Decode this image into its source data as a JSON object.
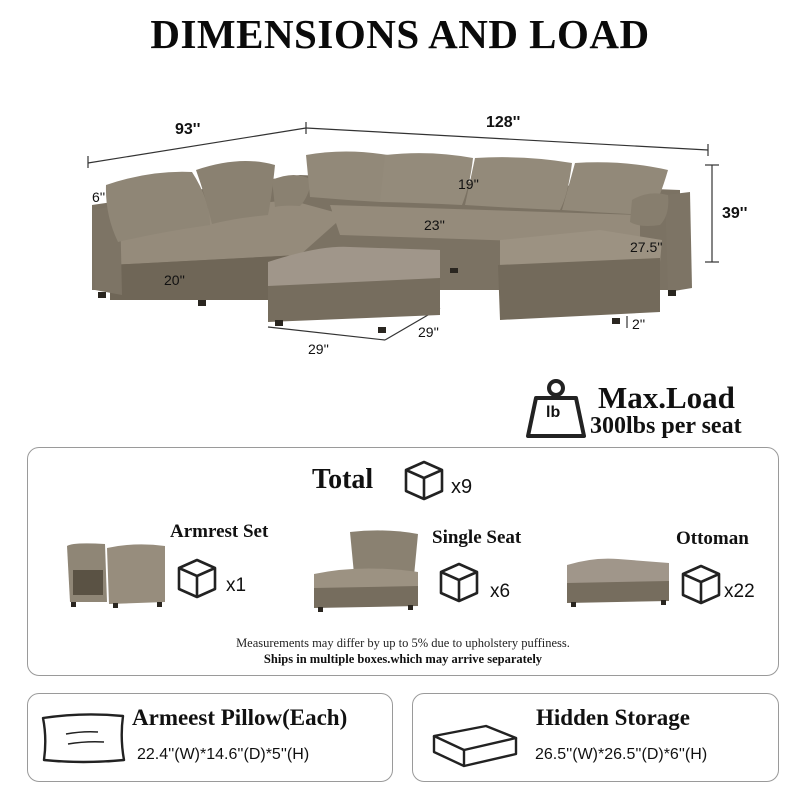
{
  "title": "DIMENSIONS AND LOAD",
  "dimensions": {
    "width_left": "93''",
    "width_right": "128''",
    "arm_width": "6''",
    "back_height": "19''",
    "total_height": "39''",
    "seat_depth": "23''",
    "seat_height": "20''",
    "chaise_depth": "27.5''",
    "ottoman_width": "29''",
    "ottoman_depth": "29''",
    "leg_height": "2''"
  },
  "max_load": {
    "icon": "weight-lb-icon",
    "icon_text": "lb",
    "title": "Max.Load",
    "value": "300lbs per seat"
  },
  "packaging": {
    "total_label": "Total",
    "total_count": "x9",
    "items": [
      {
        "name": "Armrest Set",
        "count": "x1"
      },
      {
        "name": "Single Seat",
        "count": "x6"
      },
      {
        "name": "Ottoman",
        "count": "x22"
      }
    ],
    "note": "Measurements may differ by up to 5% due to upholstery puffiness.",
    "note_bold": "Ships in multiple boxes.which may arrive separately"
  },
  "pillow": {
    "title": "Armeest Pillow(Each)",
    "size": "22.4''(W)*14.6''(D)*5''(H)"
  },
  "storage": {
    "title": "Hidden Storage",
    "size": "26.5''(W)*26.5''(D)*6''(H)"
  },
  "colors": {
    "fabric": "#8a8070",
    "fabric_dark": "#6d6456",
    "fabric_light": "#a39a8a",
    "border": "#9a9a9a"
  }
}
